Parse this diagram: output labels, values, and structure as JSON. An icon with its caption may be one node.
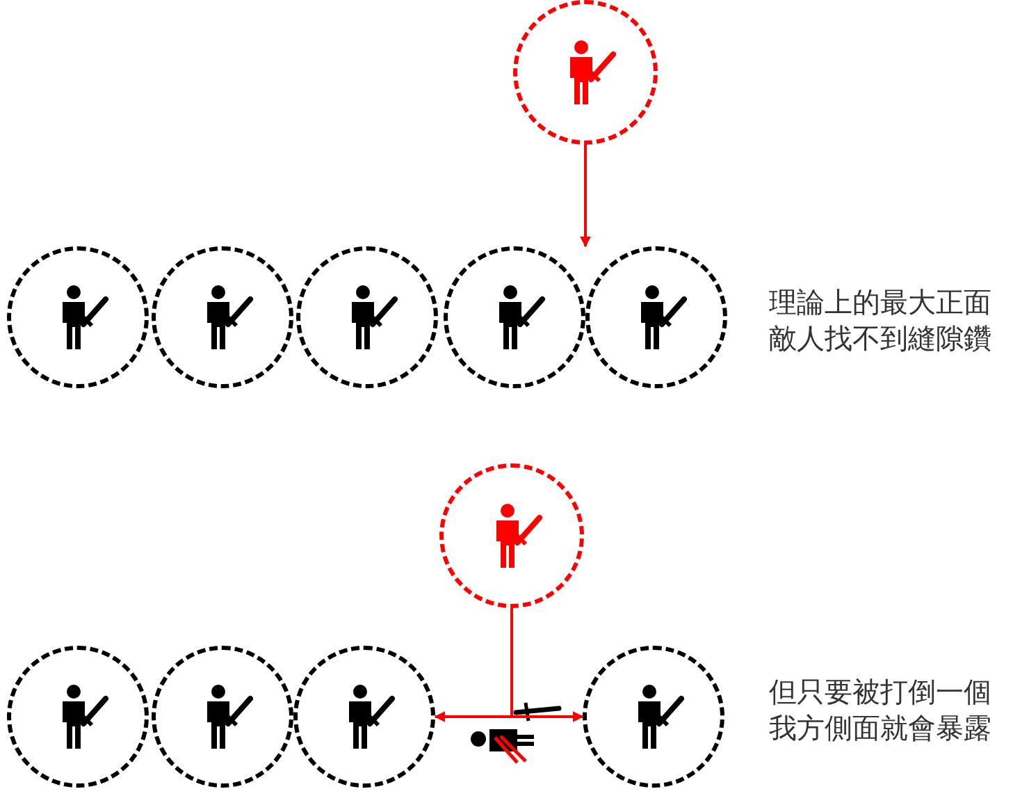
{
  "diagram": {
    "nodes": [
      {
        "text": [],
        "shape": "circle"
      },
      {
        "text": [],
        "shape": "circle"
      },
      {
        "text": [],
        "shape": "circle"
      },
      {
        "text": [],
        "shape": "circle"
      },
      {
        "text": [],
        "shape": "circle"
      },
      {
        "text": [],
        "shape": "circle"
      },
      {
        "text": [],
        "shape": "circle"
      },
      {
        "text": [],
        "shape": "circle"
      },
      {
        "text": [],
        "shape": "circle"
      },
      {
        "text": [],
        "shape": "circle"
      },
      {
        "text": [],
        "shape": "circle"
      }
    ],
    "edges": [
      {
        "from": 0,
        "to": 4,
        "arrow": "to"
      },
      {
        "from": 6,
        "to": 9,
        "arrow": "to"
      },
      {
        "from": 6,
        "to": 10,
        "arrow": "to"
      }
    ],
    "labels": [
      "理論上的最大正面敵人找不到縫隙鑽",
      "但只要被打倒一個我方側面就會暴露"
    ]
  }
}
